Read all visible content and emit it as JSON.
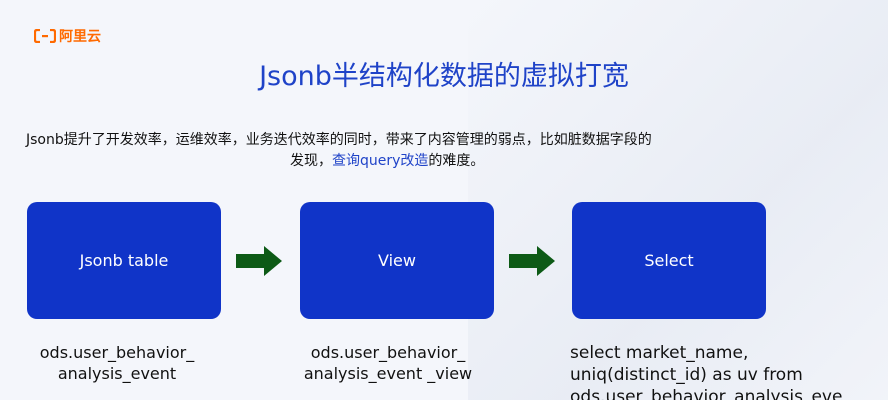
{
  "logo": {
    "text": "阿里云",
    "icon": "aliyun-bracket-icon",
    "color": "#ff6a00"
  },
  "title": "Jsonb半结构化数据的虚拟打宽",
  "description": {
    "line1": "Jsonb提升了开发效率，运维效率，业务迭代效率的同时，带来了内容管理的弱点，比如脏数据字段的",
    "line2_pre": "发现，",
    "line2_highlight": "查询query改造",
    "line2_post": "的难度。"
  },
  "flow": {
    "nodes": [
      {
        "label": "Jsonb table",
        "caption_lines": [
          "ods.user_behavior_",
          "analysis_event"
        ]
      },
      {
        "label": "View",
        "caption_lines": [
          "ods.user_behavior_",
          "analysis_event _view"
        ]
      },
      {
        "label": "Select",
        "caption_lines": [
          "select market_name,",
          "uniq(distinct_id) as uv from",
          "ods.user_behavior_analysis_eve"
        ]
      }
    ],
    "arrow_color": "#0d5a16",
    "node_color": "#1034c8"
  },
  "colors": {
    "title": "#1f43c8",
    "highlight": "#1f43c8"
  }
}
